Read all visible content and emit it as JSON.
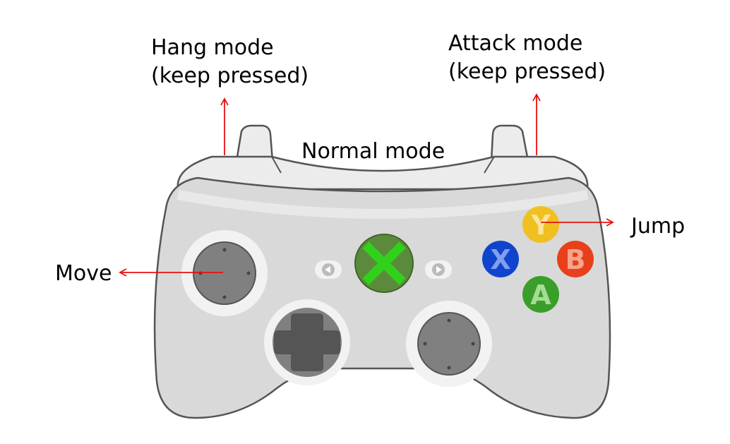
{
  "colors": {
    "arrow": "#e81010",
    "body": "#d9d9d9",
    "body_outline": "#555555",
    "shoulder": "#ececec",
    "stick": "#808080",
    "stick_ring": "#f2f2f2",
    "dpad": "#555555",
    "guide": "#5b8a3c",
    "guide_x": "#2fd11a",
    "button_y": "#f0c020",
    "button_x": "#1144cc",
    "button_b": "#e8401a",
    "button_a": "#3a9e2a"
  },
  "labels": {
    "hang_mode": "Hang mode",
    "hang_mode_note": "(keep pressed)",
    "attack_mode": "Attack mode",
    "attack_mode_note": "(keep pressed)",
    "normal_mode": "Normal mode",
    "jump": "Jump",
    "move": "Move"
  },
  "buttons": {
    "y": "Y",
    "x": "X",
    "b": "B",
    "a": "A"
  },
  "icons": {
    "guide": "xbox-guide-icon",
    "back": "back-arrow-icon",
    "start": "start-arrow-icon",
    "dpad": "dpad-icon"
  }
}
